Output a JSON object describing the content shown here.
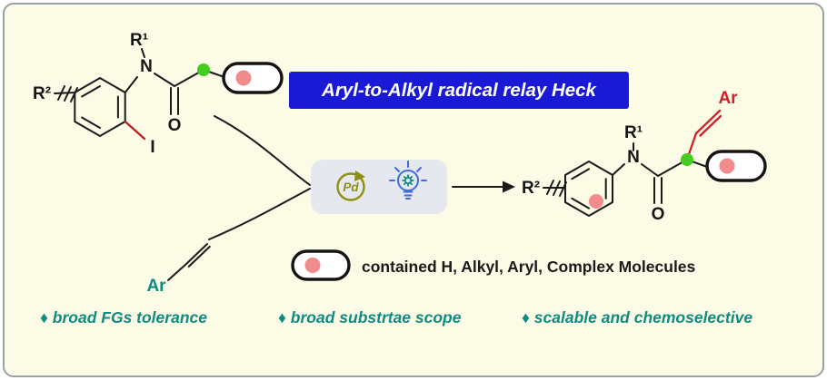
{
  "banner": {
    "label": "Aryl-to-Alkyl radical relay Heck"
  },
  "substrate": {
    "r1": "R¹",
    "n": "N",
    "r2": "R²",
    "o": "O",
    "i": "I"
  },
  "styrene": {
    "ar": "Ar"
  },
  "product": {
    "r1": "R¹",
    "n": "N",
    "r2": "R²",
    "o": "O",
    "ar": "Ar"
  },
  "catalyst_box": {
    "pd": "Pd"
  },
  "legend": {
    "text": "contained H, Alkyl, Aryl, Complex Molecules"
  },
  "bullets": [
    {
      "label": "♦ broad FGs tolerance"
    },
    {
      "label": "♦ broad substrtae scope"
    },
    {
      "label": "♦ scalable and chemoselective"
    }
  ],
  "colors": {
    "background": "#fbfbe6",
    "border": "#9aa0a8",
    "banner_bg": "#1a1ad6",
    "banner_text": "#ffffff",
    "teal_text": "#0e8c82",
    "structure_red": "#cc2229",
    "iodide_bond_red": "#b42020",
    "green_dot": "#44cc22",
    "pink_dot": "#f28b8b",
    "pd_olive": "#8f8f12",
    "bulb_blue": "#3e6cd9",
    "catalyst_box_bg": "#e6e8f0"
  }
}
